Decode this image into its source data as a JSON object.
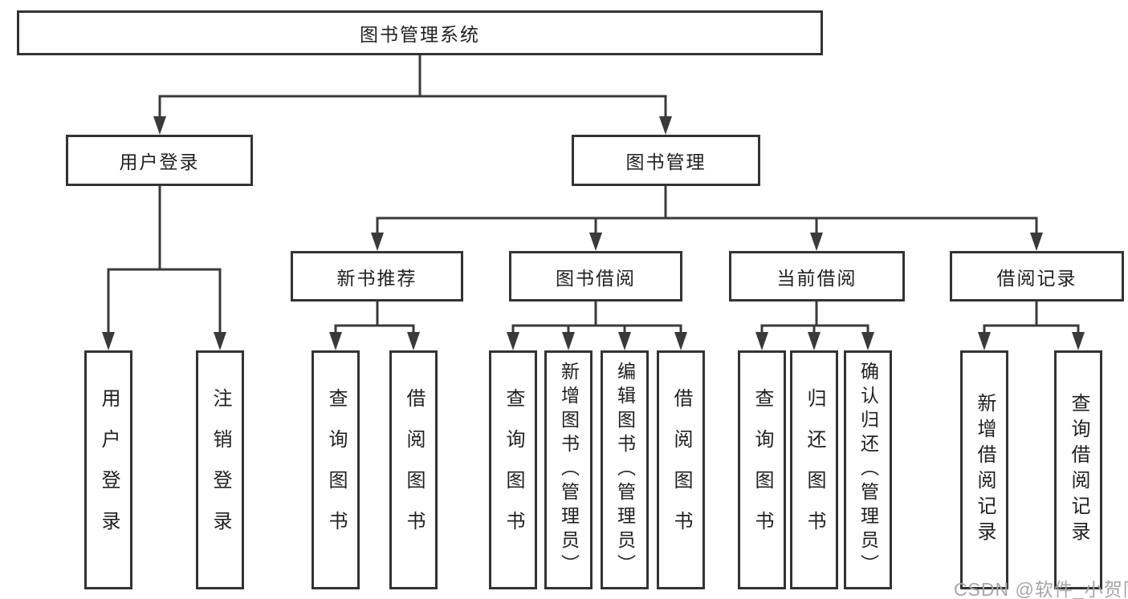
{
  "diagram": {
    "root": {
      "label": "图书管理系统"
    },
    "level2": [
      {
        "label": "用户登录"
      },
      {
        "label": "图书管理"
      }
    ],
    "level3": [
      {
        "label": "新书推荐"
      },
      {
        "label": "图书借阅"
      },
      {
        "label": "当前借阅"
      },
      {
        "label": "借阅记录"
      }
    ],
    "leaves": [
      {
        "label": "用户登录"
      },
      {
        "label": "注销登录"
      },
      {
        "label": "查询图书"
      },
      {
        "label": "借阅图书"
      },
      {
        "label": "查询图书"
      },
      {
        "label": "新增图书（管理员）"
      },
      {
        "label": "编辑图书（管理员）"
      },
      {
        "label": "借阅图书"
      },
      {
        "label": "查询图书"
      },
      {
        "label": "归还图书"
      },
      {
        "label": "确认归还（管理员）"
      },
      {
        "label": "新增借阅记录"
      },
      {
        "label": "查询借阅记录"
      }
    ],
    "watermark": {
      "text": "CSDN @软件_小贺同学"
    },
    "colors": {
      "line": "#3a3a3a",
      "box_border": "#333333",
      "text": "#202020",
      "watermark": "#a6a6a6",
      "background": "#ffffff"
    }
  }
}
